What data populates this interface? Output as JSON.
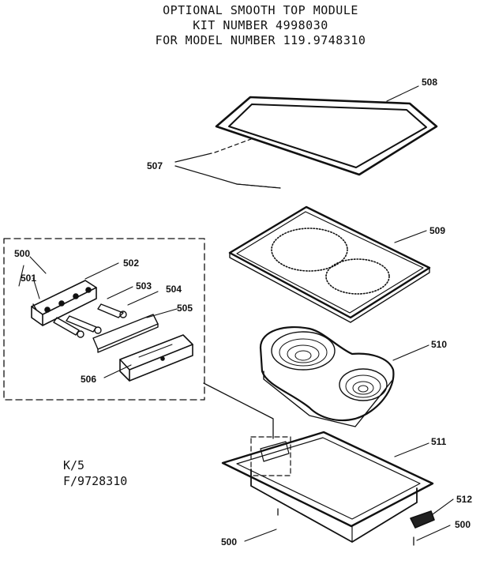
{
  "title": {
    "line1": "OPTIONAL SMOOTH TOP MODULE",
    "line2": "KIT NUMBER 4998030",
    "line3": "FOR MODEL NUMBER 119.9748310"
  },
  "footer": {
    "line1": "K/5",
    "line2": "F/9728310"
  },
  "parts": {
    "p500_inset": "500",
    "p501": "501",
    "p502": "502",
    "p503": "503",
    "p504": "504",
    "p505": "505",
    "p506": "506",
    "p507": "507",
    "p508": "508",
    "p509": "509",
    "p510": "510",
    "p511": "511",
    "p512": "512",
    "p500_left": "500",
    "p500_right": "500"
  }
}
